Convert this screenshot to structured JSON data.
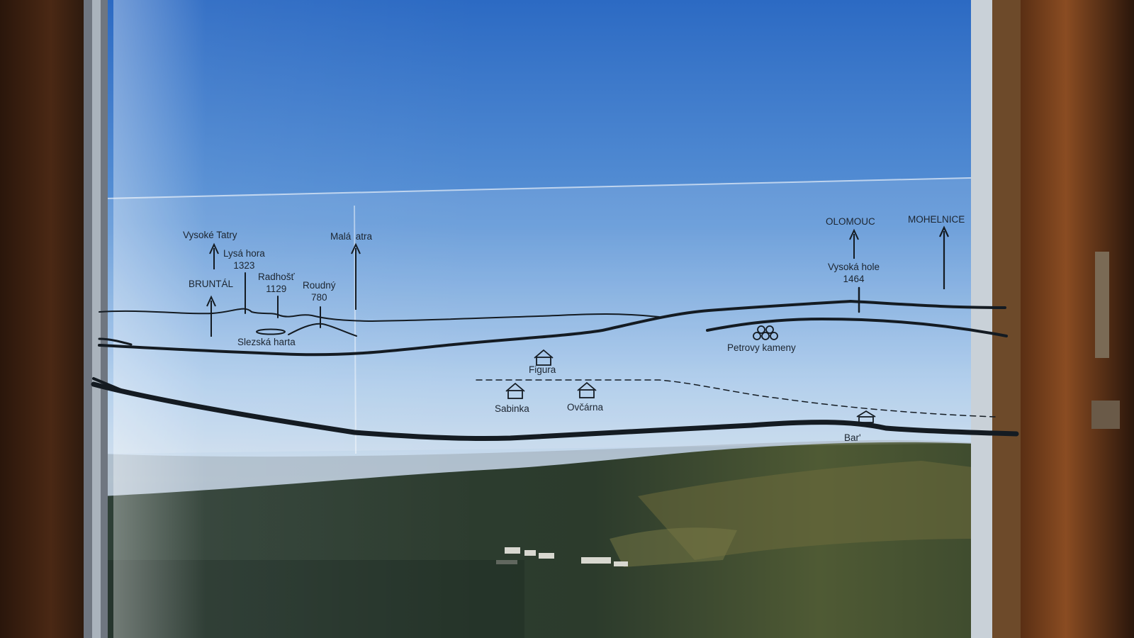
{
  "panorama": {
    "distant_targets": [
      {
        "id": "vysoke-tatry",
        "label": "Vysoké Tatry"
      },
      {
        "id": "bruntal",
        "label": "BRUNTÁL"
      },
      {
        "id": "mala-fatra",
        "label": "Malá  atra"
      },
      {
        "id": "olomouc",
        "label": "OLOMOUC"
      },
      {
        "id": "mohelnice",
        "label": "MOHELNICE"
      }
    ],
    "peaks": [
      {
        "id": "lysa-hora",
        "name": "Lysá hora",
        "elevation": "1323"
      },
      {
        "id": "radhost",
        "name": "Radhošť",
        "elevation": "1129"
      },
      {
        "id": "roudny",
        "name": "Roudný",
        "elevation": "780"
      },
      {
        "id": "vysoka-hole",
        "name": "Vysoká hole",
        "elevation": "1464"
      }
    ],
    "landmarks": [
      {
        "id": "slezska-harta",
        "label": "Slezská harta"
      },
      {
        "id": "petrovy-kameny",
        "label": "Petrovy kameny"
      },
      {
        "id": "figura",
        "label": "Figura"
      },
      {
        "id": "sabinka",
        "label": "Sabinka"
      },
      {
        "id": "ovcarna",
        "label": "Ovčárna"
      },
      {
        "id": "barborka",
        "label": "Bar'"
      }
    ]
  },
  "colors": {
    "sky_top": "#2f6fc4",
    "sky_mid": "#7fb2e4",
    "haze": "#c9dcec",
    "forest": "#2a3a2c",
    "meadow": "#6b6a3a",
    "frame_wood": "#4a2a16",
    "ink": "#141b22"
  }
}
